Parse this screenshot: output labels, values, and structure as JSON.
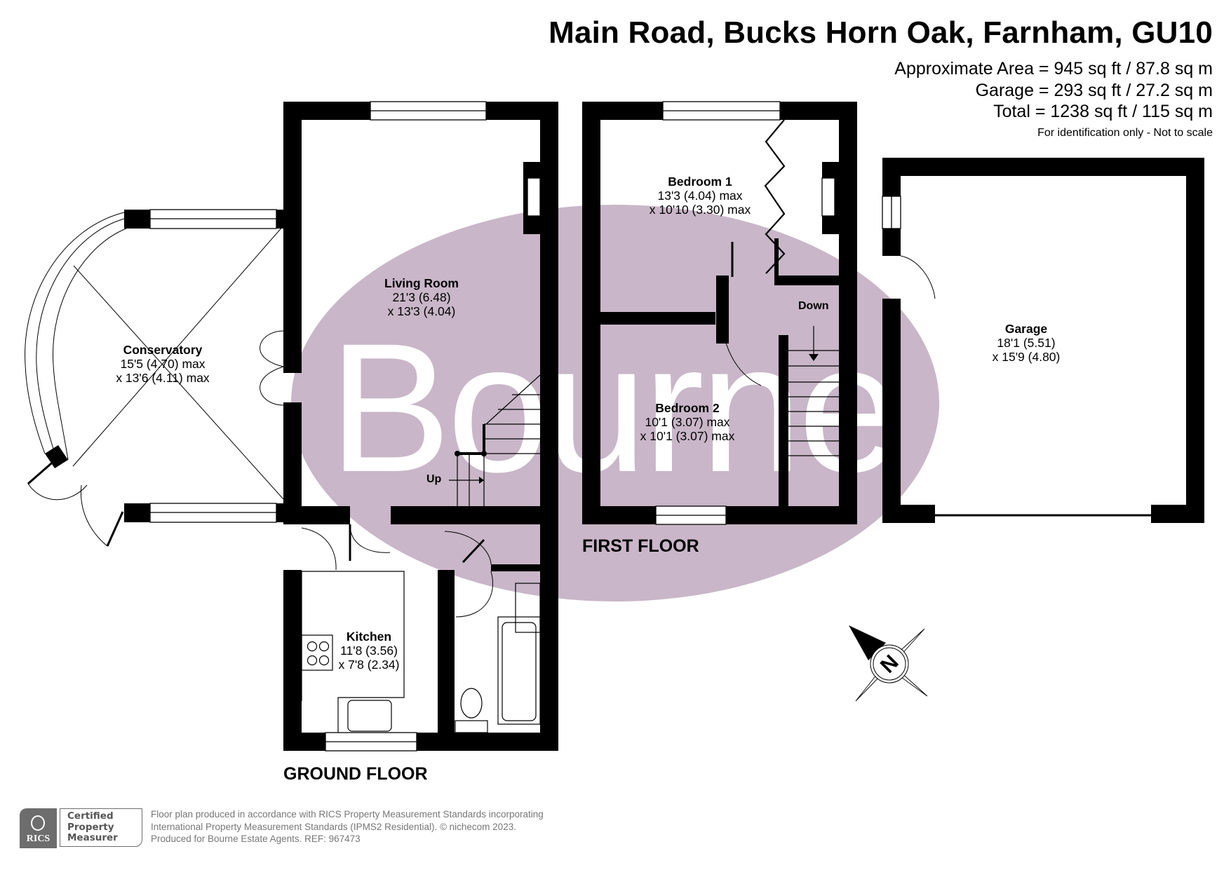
{
  "header": {
    "title": "Main Road, Bucks Horn Oak, Farnham, GU10",
    "areas": [
      "Approximate Area = 945 sq ft / 87.8 sq m",
      "Garage = 293 sq ft / 27.2 sq m",
      "Total = 1238 sq ft / 115 sq m"
    ],
    "disclaimer": "For identification only - Not to scale"
  },
  "watermark": {
    "text": "Bourne",
    "color": "#c9b6c8"
  },
  "floors": {
    "ground": {
      "label": "GROUND FLOOR",
      "rooms": [
        {
          "name": "Conservatory",
          "dim1": "15'5 (4.70) max",
          "dim2": "x 13'6 (4.11) max"
        },
        {
          "name": "Living Room",
          "dim1": "21'3 (6.48)",
          "dim2": "x 13'3 (4.04)"
        },
        {
          "name": "Kitchen",
          "dim1": "11'8 (3.56)",
          "dim2": "x 7'8 (2.34)"
        }
      ],
      "stairs_label": "Up"
    },
    "first": {
      "label": "FIRST FLOOR",
      "rooms": [
        {
          "name": "Bedroom 1",
          "dim1": "13'3 (4.04) max",
          "dim2": "x 10'10 (3.30) max"
        },
        {
          "name": "Bedroom 2",
          "dim1": "10'1 (3.07) max",
          "dim2": "x 10'1 (3.07) max"
        }
      ],
      "stairs_label": "Down"
    },
    "garage": {
      "rooms": [
        {
          "name": "Garage",
          "dim1": "18'1 (5.51)",
          "dim2": "x 15'9 (4.80)"
        }
      ]
    }
  },
  "compass": {
    "icon": "north-arrow-compass-icon",
    "letter": "N"
  },
  "footer": {
    "badge": {
      "brand": "RICS",
      "line1": "Certified",
      "line2": "Property",
      "line3": "Measurer"
    },
    "lines": [
      "Floor plan produced in accordance with RICS Property Measurement Standards incorporating",
      "International Property Measurement Standards (IPMS2 Residential).   © nichecom 2023.",
      "Produced for Bourne Estate Agents.   REF:  967473"
    ]
  }
}
